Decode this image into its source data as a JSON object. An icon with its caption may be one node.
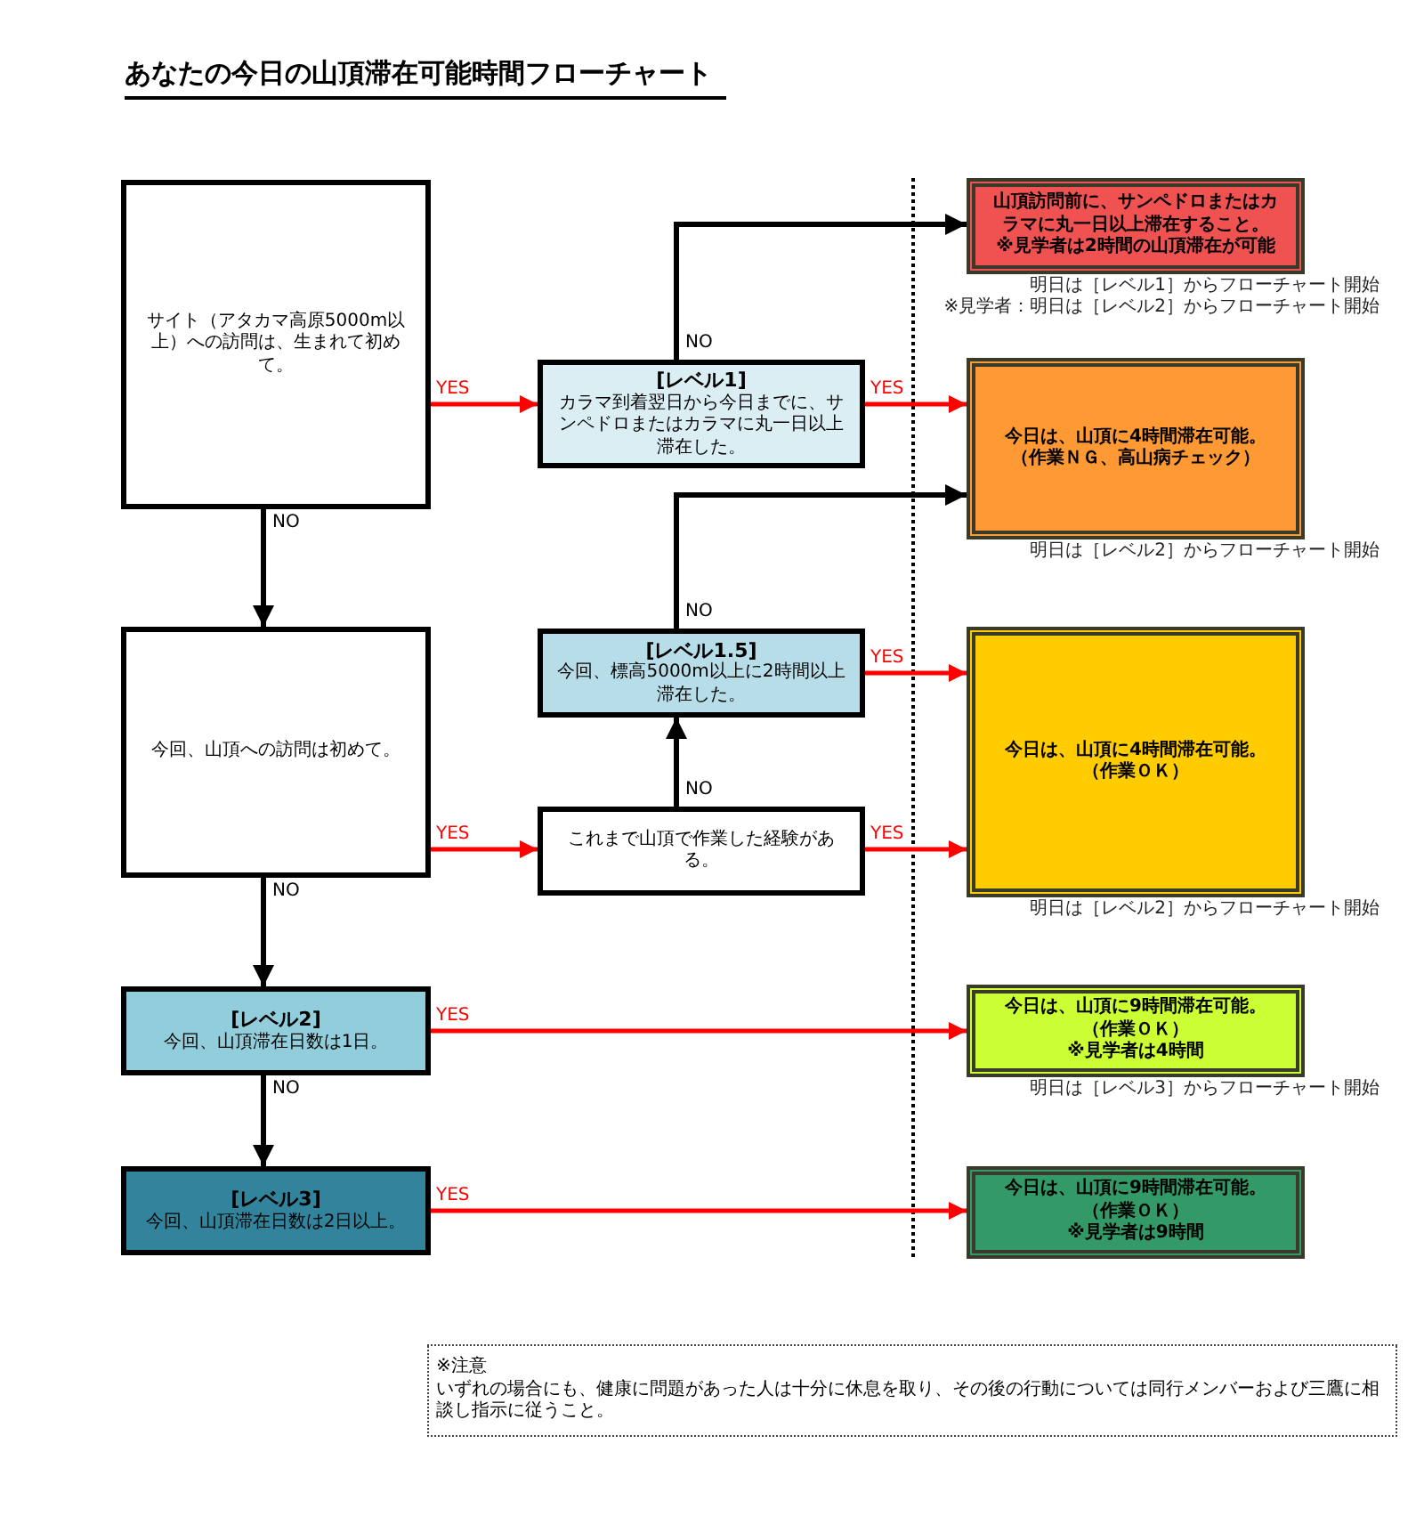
{
  "diagram": {
    "title": "あなたの今日の山頂滞在可能時間フローチャート",
    "nodes": [
      {
        "text": [
          "サイト（アタカマ高原5000m以上）への訪問は、生まれて初めて。"
        ]
      },
      {
        "text": [
          "[レベル1]",
          "カラマ到着翌日から今日までに、サンペドロまたはカラマに丸一日以上滞在した。"
        ]
      },
      {
        "text": [
          "山頂訪問前に、サンペドロまたはカラマに丸一日以上滞在すること。",
          "※見学者は2時間の山頂滞在が可能"
        ],
        "beside": [
          "明日は［レベル1］からフローチャート開始",
          "※見学者：明日は［レベル2］からフローチャート開始"
        ]
      },
      {
        "text": [
          "今日は、山頂に4時間滞在可能。",
          "（作業ＮＧ、高山病チェック）"
        ],
        "beside": [
          "明日は［レベル2］からフローチャート開始"
        ]
      },
      {
        "text": [
          "今回、山頂への訪問は初めて。"
        ]
      },
      {
        "text": [
          "[レベル1.5]",
          "今回、標高5000m以上に2時間以上滞在した。"
        ]
      },
      {
        "text": [
          "これまで山頂で作業した経験がある。"
        ]
      },
      {
        "text": [
          "今日は、山頂に4時間滞在可能。",
          "（作業ＯＫ）"
        ],
        "beside": [
          "明日は［レベル2］からフローチャート開始"
        ]
      },
      {
        "text": [
          "[レベル2]",
          "今回、山頂滞在日数は1日。"
        ]
      },
      {
        "text": [
          "今日は、山頂に9時間滞在可能。",
          "（作業ＯＫ）",
          "※見学者は4時間"
        ],
        "beside": [
          "明日は［レベル3］からフローチャート開始"
        ]
      },
      {
        "text": [
          "[レベル3]",
          "今回、山頂滞在日数は2日以上。"
        ]
      },
      {
        "text": [
          "今日は、山頂に9時間滞在可能。",
          "（作業ＯＫ）",
          "※見学者は9時間"
        ]
      },
      {
        "text": [
          "※注意",
          "いずれの場合にも、健康に問題があった人は十分に休息を取り、その後の行動については同行メンバーおよび三鷹に相談し指示に従うこと。"
        ]
      }
    ],
    "edges": [
      {
        "from": 0,
        "to": 1,
        "arrow": "to",
        "label": "YES"
      },
      {
        "from": 0,
        "to": 4,
        "arrow": "to",
        "label": "NO",
        "color": "#000000"
      },
      {
        "from": 1,
        "to": 2,
        "arrow": "to",
        "label": "NO",
        "color": "#000000"
      },
      {
        "from": 1,
        "to": 3,
        "arrow": "to",
        "label": "YES"
      },
      {
        "from": 4,
        "to": 6,
        "arrow": "to",
        "label": "YES"
      },
      {
        "from": 4,
        "to": 8,
        "arrow": "to",
        "label": "NO",
        "color": "#000000"
      },
      {
        "from": 6,
        "to": 5,
        "arrow": "to",
        "label": "NO",
        "color": "#000000"
      },
      {
        "from": 6,
        "to": 7,
        "arrow": "to",
        "label": "YES"
      },
      {
        "from": 5,
        "to": 3,
        "arrow": "to",
        "label": "NO",
        "color": "#000000"
      },
      {
        "from": 5,
        "to": 7,
        "arrow": "to",
        "label": "YES"
      },
      {
        "from": 8,
        "to": 9,
        "arrow": "to",
        "label": "YES"
      },
      {
        "from": 8,
        "to": 10,
        "arrow": "to",
        "label": "NO",
        "color": "#000000"
      },
      {
        "from": 10,
        "to": 11,
        "arrow": "to",
        "label": "YES"
      }
    ]
  }
}
